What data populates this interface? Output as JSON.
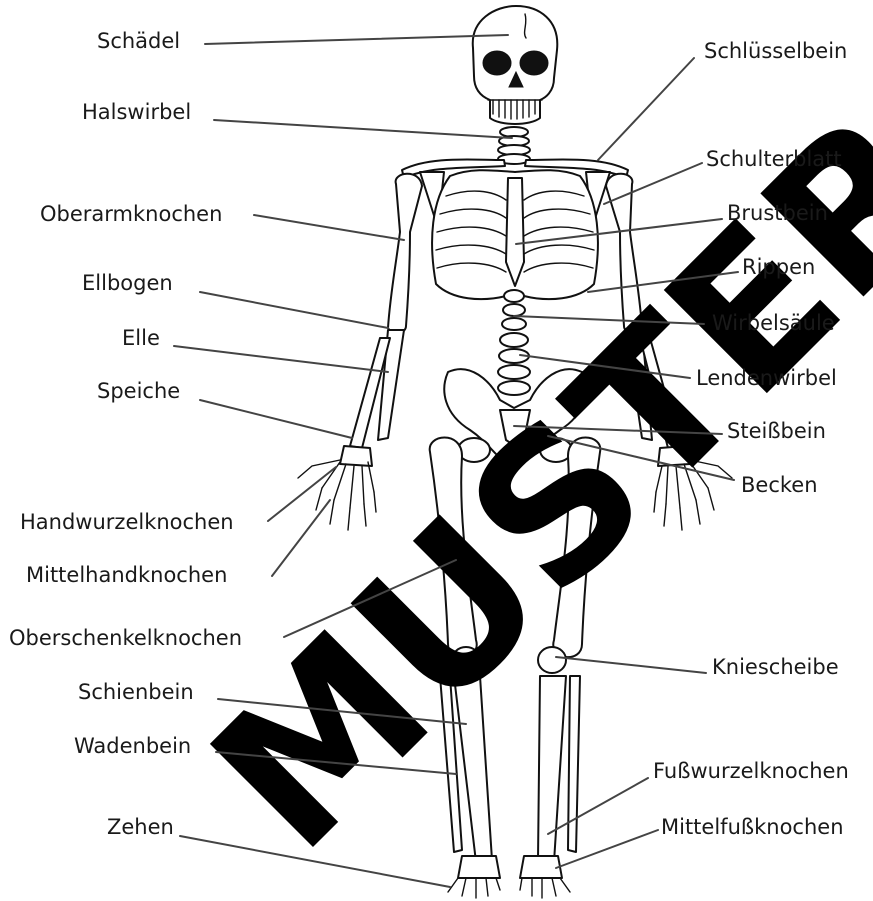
{
  "labels": {
    "skull": "Schädel",
    "cervical": "Halswirbel",
    "humerus": "Oberarmknochen",
    "elbow": "Ellbogen",
    "ulna": "Elle",
    "radius": "Speiche",
    "carpals": "Handwurzelknochen",
    "metacarpals": "Mittelhandknochen",
    "femur": "Oberschenkelknochen",
    "tibia": "Schienbein",
    "fibula": "Wadenbein",
    "toes": "Zehen",
    "clavicle": "Schlüsselbein",
    "scapula": "Schulterblatt",
    "sternum": "Brustbein",
    "ribs": "Rippen",
    "spine": "Wirbelsäule",
    "lumbar": "Lendenwirbel",
    "coccyx": "Steißbein",
    "pelvis": "Becken",
    "patella": "Kniescheibe",
    "tarsals": "Fußwurzelknochen",
    "metatarsals": "Mittelfußknochen"
  },
  "watermark": "MUSTER",
  "colors": {
    "leader": "#444444",
    "outline": "#111111",
    "watermark": "#000000"
  }
}
